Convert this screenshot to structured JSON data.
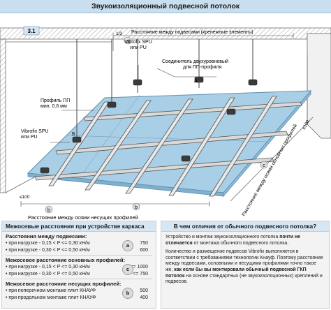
{
  "title": "Звукоизоляционный подвесной потолок",
  "figure_label": "3.1",
  "labels": {
    "hanger_spacing": "Расстояние между подвесами (крепежные элементы)",
    "vibrofix_top_1": "Vibrofix SPU",
    "vibrofix_top_2": "или PU",
    "connector_1": "Соединитель двухуровневый",
    "connector_2": "для ПП-профиля",
    "profile_1": "Профиль ПП",
    "profile_2": "мин. 0.6 мм",
    "vibrofix_left_1": "Vibrofix SPU",
    "vibrofix_left_2": "или PU",
    "bearing_spacing": "Расстояние между осями несущих профилей",
    "main_spacing": "Расстояние между осями основных профилей",
    "dim_one_third": "1/3",
    "dim_100_right": "≤100",
    "dim_100_left": "≤100",
    "mark_a": "a",
    "mark_b": "b",
    "mark_c": "c",
    "section_a": "A",
    "section_b": "Б"
  },
  "spacing_table": {
    "title": "Межосевые расстояния при устройстве каркаса",
    "groups": [
      {
        "title": "Расстояния между подвесами:",
        "marker": "a",
        "rows": [
          {
            "text": "• при нагрузке - 0,15 < P <= 0,30 кН/м",
            "value": "750"
          },
          {
            "text": "• при нагрузке - 0,30 < P <= 0,50 кН/м",
            "value": "600"
          }
        ]
      },
      {
        "title": "Межосевое расстояние основных профилей:",
        "marker": "c",
        "rows": [
          {
            "text": "• при нагрузке - 0,15 < P <= 0,30 кН/м",
            "value": "<= 1000"
          },
          {
            "text": "• при нагрузке - 0,30 < P <= 0,50 кН/м",
            "value": "<= 750"
          }
        ]
      },
      {
        "title": "Межосевое расстояние несущих профилей:",
        "marker": "b",
        "rows": [
          {
            "text": "• при поперечном монтаже плит КНАУФ",
            "value": "500"
          },
          {
            "text": "• при продольном монтаже плит КНАУФ",
            "value": "400"
          }
        ]
      }
    ]
  },
  "difference": {
    "title": "В чем отличия от обычного подвесного потолка?",
    "p1_a": "Устройство и монтаж звукоизоляционного потолка ",
    "p1_b": "почти не отличается",
    "p1_c": " от монтажа обычного подвесного потолка.",
    "p2_a": "Количество и размещение подвесов Vibrofix выполняется в соответствии с требованиями технологии Кнауф. Поэтому расстояние между подвесами, основными и несущими профилями точно такое же, ",
    "p2_b": "как если бы вы монтировали обычный подвесной ГКП потолок",
    "p2_c": " на основе стандартных (не звукоизоляционных) креплений и подвесов."
  },
  "colors": {
    "board": "#a9cfe6",
    "board_edge": "#5f8fb0",
    "hatch": "#7a7a7a",
    "header_bg": "#c9dff0"
  }
}
